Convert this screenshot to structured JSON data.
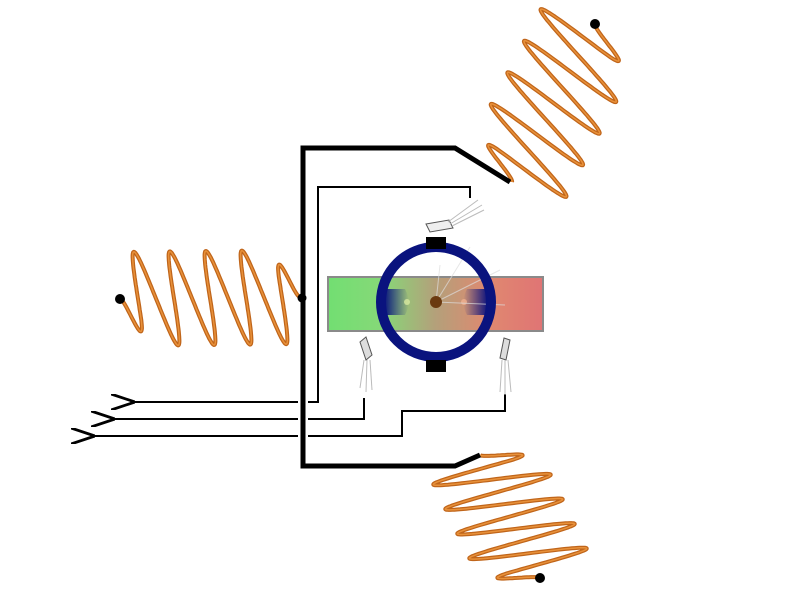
{
  "colors": {
    "coil": "#c0651a",
    "coil_light": "#e8913a",
    "frame": "#000000",
    "ring": "#0a137e",
    "magnet_north": "#72df72",
    "magnet_mid": "#b4a07a",
    "magnet_south": "#e07474",
    "magnet_border": "#8a8a8a",
    "brush": "#000000",
    "axle": "#6b3a10"
  },
  "coils": [
    {
      "name": "left-coil",
      "turns": 5
    },
    {
      "name": "top-right-coil",
      "turns": 5
    },
    {
      "name": "bottom-right-coil",
      "turns": 5
    }
  ]
}
